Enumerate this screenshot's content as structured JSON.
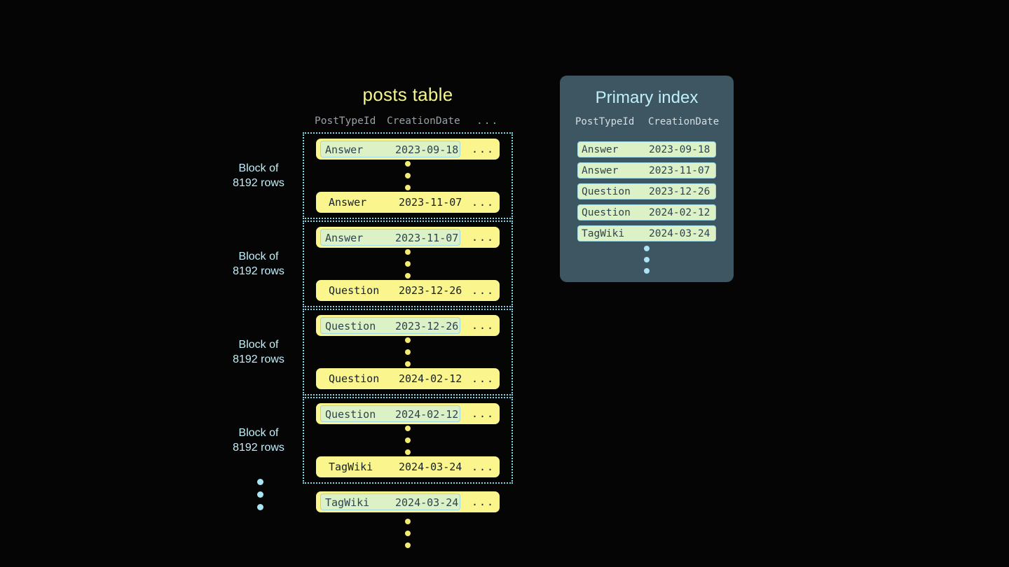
{
  "posts_table": {
    "title": "posts table",
    "columns": {
      "post_type_id": "PostTypeId",
      "creation_date": "CreationDate",
      "more": "..."
    },
    "blocks": [
      {
        "label_line1": "Block of",
        "label_line2": "8192 rows",
        "first_row": {
          "post_type_id": "Answer",
          "creation_date": "2023-09-18",
          "more": "...",
          "highlighted": true
        },
        "last_row": {
          "post_type_id": "Answer",
          "creation_date": "2023-11-07",
          "more": "...",
          "highlighted": false
        }
      },
      {
        "label_line1": "Block of",
        "label_line2": "8192 rows",
        "first_row": {
          "post_type_id": "Answer",
          "creation_date": "2023-11-07",
          "more": "...",
          "highlighted": true
        },
        "last_row": {
          "post_type_id": "Question",
          "creation_date": "2023-12-26",
          "more": "...",
          "highlighted": false
        }
      },
      {
        "label_line1": "Block of",
        "label_line2": "8192 rows",
        "first_row": {
          "post_type_id": "Question",
          "creation_date": "2023-12-26",
          "more": "...",
          "highlighted": true
        },
        "last_row": {
          "post_type_id": "Question",
          "creation_date": "2024-02-12",
          "more": "...",
          "highlighted": false
        }
      },
      {
        "label_line1": "Block of",
        "label_line2": "8192 rows",
        "first_row": {
          "post_type_id": "Question",
          "creation_date": "2024-02-12",
          "more": "...",
          "highlighted": true
        },
        "last_row": {
          "post_type_id": "TagWiki",
          "creation_date": "2024-03-24",
          "more": "...",
          "highlighted": false
        }
      }
    ],
    "trailing_row": {
      "post_type_id": "TagWiki",
      "creation_date": "2024-03-24",
      "more": "...",
      "highlighted": true
    }
  },
  "primary_index": {
    "title": "Primary index",
    "columns": {
      "post_type_id": "PostTypeId",
      "creation_date": "CreationDate"
    },
    "rows": [
      {
        "post_type_id": "Answer",
        "creation_date": "2023-09-18"
      },
      {
        "post_type_id": "Answer",
        "creation_date": "2023-11-07"
      },
      {
        "post_type_id": "Question",
        "creation_date": "2023-12-26"
      },
      {
        "post_type_id": "Question",
        "creation_date": "2024-02-12"
      },
      {
        "post_type_id": "TagWiki",
        "creation_date": "2024-03-24"
      }
    ]
  },
  "colors": {
    "background": "#050505",
    "row_yellow": "#FAF58C",
    "key_cell_green": "#DDF1C6",
    "accent_cyan": "#7FD8E8",
    "panel_slate": "#3E5562",
    "title_yellow": "#F5F58C",
    "label_cyan": "#BFEFFA"
  }
}
